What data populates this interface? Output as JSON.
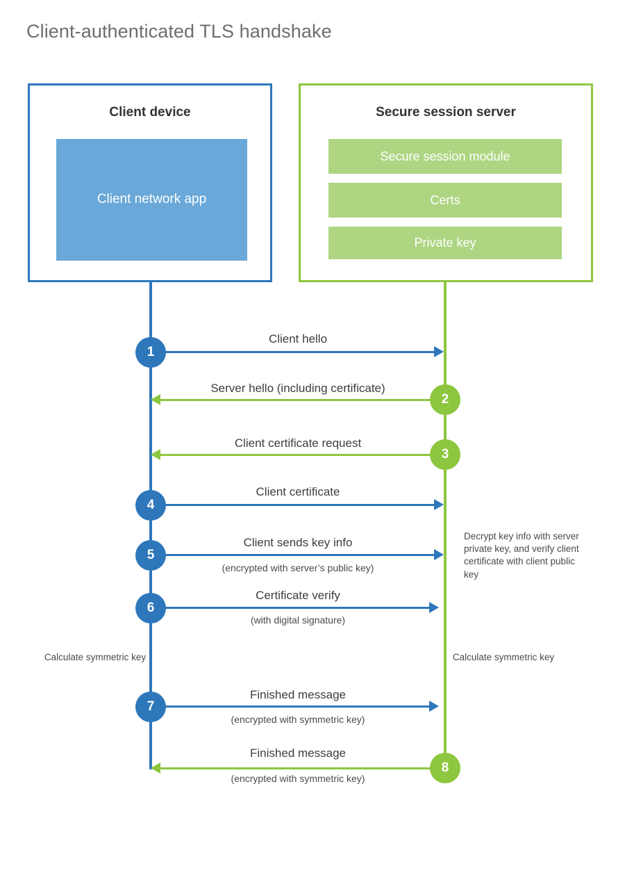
{
  "diagram": {
    "title": "Client-authenticated TLS handshake",
    "colors": {
      "client_blue": "#2e77bb",
      "client_app_fill": "#69a8d9",
      "server_green": "#8dc63f",
      "server_block_fill": "#aed581",
      "title_gray": "#6d6e71",
      "text_dark": "#3d3d3d"
    }
  },
  "client": {
    "title": "Client device",
    "app_label": "Client network app"
  },
  "server": {
    "title": "Secure session server",
    "blocks": [
      {
        "label": "Secure session module"
      },
      {
        "label": "Certs"
      },
      {
        "label": "Private key"
      }
    ]
  },
  "steps": [
    {
      "number": "1",
      "label": "Client hello",
      "sublabel": "",
      "direction": "client-to-server",
      "color": "blue"
    },
    {
      "number": "2",
      "label": "Server hello (including certificate)",
      "sublabel": "",
      "direction": "server-to-client",
      "color": "green"
    },
    {
      "number": "3",
      "label": "Client certificate request",
      "sublabel": "",
      "direction": "server-to-client",
      "color": "green"
    },
    {
      "number": "4",
      "label": "Client certificate",
      "sublabel": "",
      "direction": "client-to-server",
      "color": "blue"
    },
    {
      "number": "5",
      "label": "Client sends key info",
      "sublabel": "(encrypted with server’s public key)",
      "direction": "client-to-server",
      "color": "blue"
    },
    {
      "number": "6",
      "label": "Certificate verify",
      "sublabel": "(with digital signature)",
      "direction": "client-to-server",
      "color": "blue"
    },
    {
      "number": "7",
      "label": "Finished message",
      "sublabel": "(encrypted with symmetric key)",
      "direction": "client-to-server",
      "color": "blue"
    },
    {
      "number": "8",
      "label": "Finished message",
      "sublabel": "(encrypted with symmetric key)",
      "direction": "server-to-client",
      "color": "green"
    }
  ],
  "annotations": {
    "server_decrypt": "Decrypt key info with server private key, and verify client certificate with client public key",
    "client_calculate": "Calculate symmetric key",
    "server_calculate": "Calculate symmetric key"
  }
}
